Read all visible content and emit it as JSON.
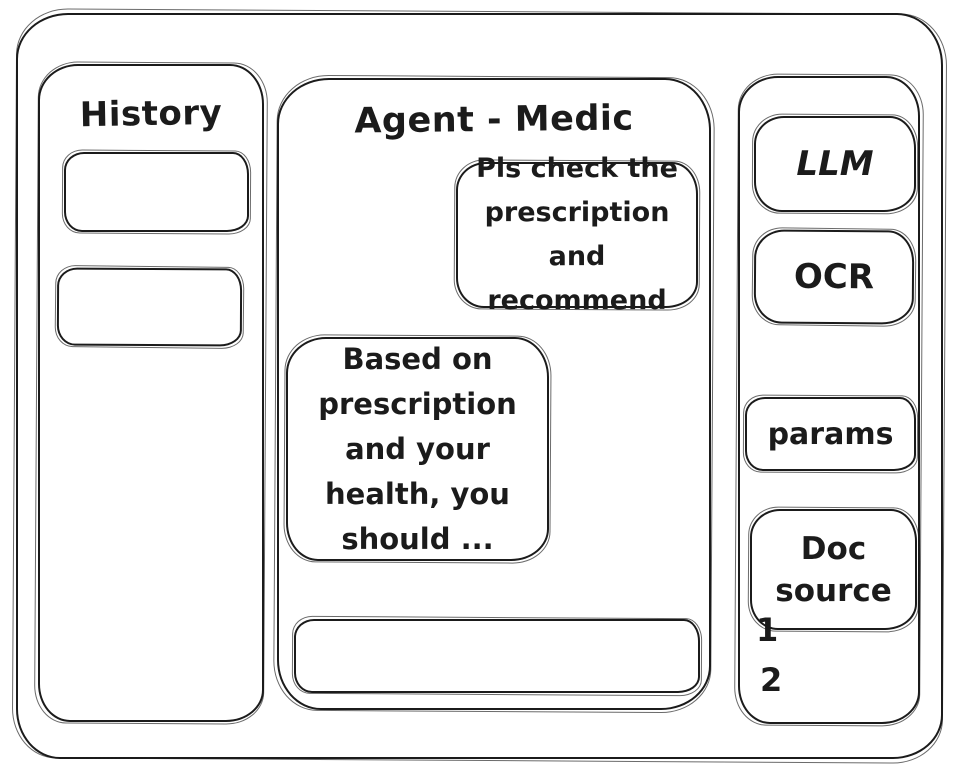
{
  "colors": {
    "ink": "#1b1b1b",
    "background": "#ffffff"
  },
  "history_panel": {
    "title": "History",
    "items": [
      {
        "label": ""
      },
      {
        "label": ""
      }
    ]
  },
  "chat_panel": {
    "title": "Agent - Medic",
    "messages": [
      {
        "role": "user",
        "text": "Pls check the prescription and recommend"
      },
      {
        "role": "assistant",
        "text": "Based on prescription and your health, you should ..."
      }
    ],
    "input": {
      "value": ""
    }
  },
  "tools_panel": {
    "buttons": [
      {
        "label": "LLM"
      },
      {
        "label": "OCR"
      },
      {
        "label": "params"
      },
      {
        "label": "Doc source"
      }
    ],
    "doc_list": [
      "1",
      "2"
    ]
  }
}
